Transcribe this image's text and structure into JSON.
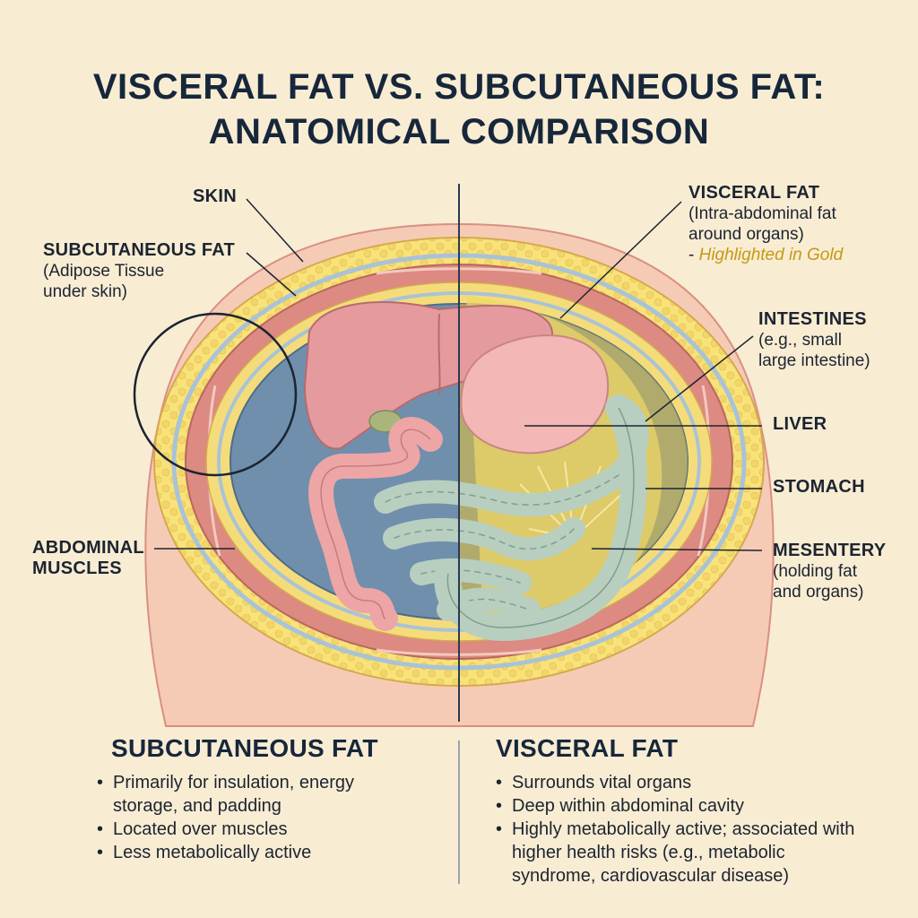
{
  "title": {
    "line1": "VISCERAL FAT VS. SUBCUTANEOUS FAT:",
    "line2": "ANATOMICAL COMPARISON"
  },
  "labels": {
    "skin": "SKIN",
    "subcutaneous_fat": {
      "heading": "SUBCUTANEOUS FAT",
      "line1": "(Adipose Tissue",
      "line2": "under skin)"
    },
    "abdominal_muscles": {
      "line1": "ABDOMINAL",
      "line2": "MUSCLES"
    },
    "visceral_fat": {
      "heading": "VISCERAL FAT",
      "line1": "(Intra-abdominal fat",
      "line2": "around organs)",
      "highlight_prefix": "- ",
      "highlight": "Highlighted in Gold"
    },
    "intestines": {
      "heading": "INTESTINES",
      "line1": "(e.g., small",
      "line2": "large intestine)"
    },
    "liver": "LIVER",
    "stomach": "STOMACH",
    "mesentery": {
      "heading": "MESENTERY",
      "line1": "(holding fat",
      "line2": "and organs)"
    }
  },
  "panels": {
    "subcutaneous": {
      "heading": "SUBCUTANEOUS FAT",
      "bullets": [
        "Primarily for insulation, energy storage, and padding",
        "Located over muscles",
        "Less metabolically active"
      ]
    },
    "visceral": {
      "heading": "VISCERAL FAT",
      "bullets": [
        "Surrounds vital organs",
        "Deep within abdominal cavity",
        "Highly metabolically active; associated with higher health risks (e.g., metabolic syndrome, cardiovascular disease)"
      ]
    }
  },
  "colors": {
    "background": "#f8ecd3",
    "skin": "#f5c2ad",
    "subcutaneous_fat": "#f8e27a",
    "muscle": "#dc8a82",
    "cavity": "#6f8fac",
    "visceral_fat_gold": "#e6c23a",
    "liver": "#e59b9e",
    "stomach": "#f3b7b5",
    "intestine_green": "#b8cfc0",
    "colon_pink": "#eea5a6",
    "title": "#17273b"
  }
}
